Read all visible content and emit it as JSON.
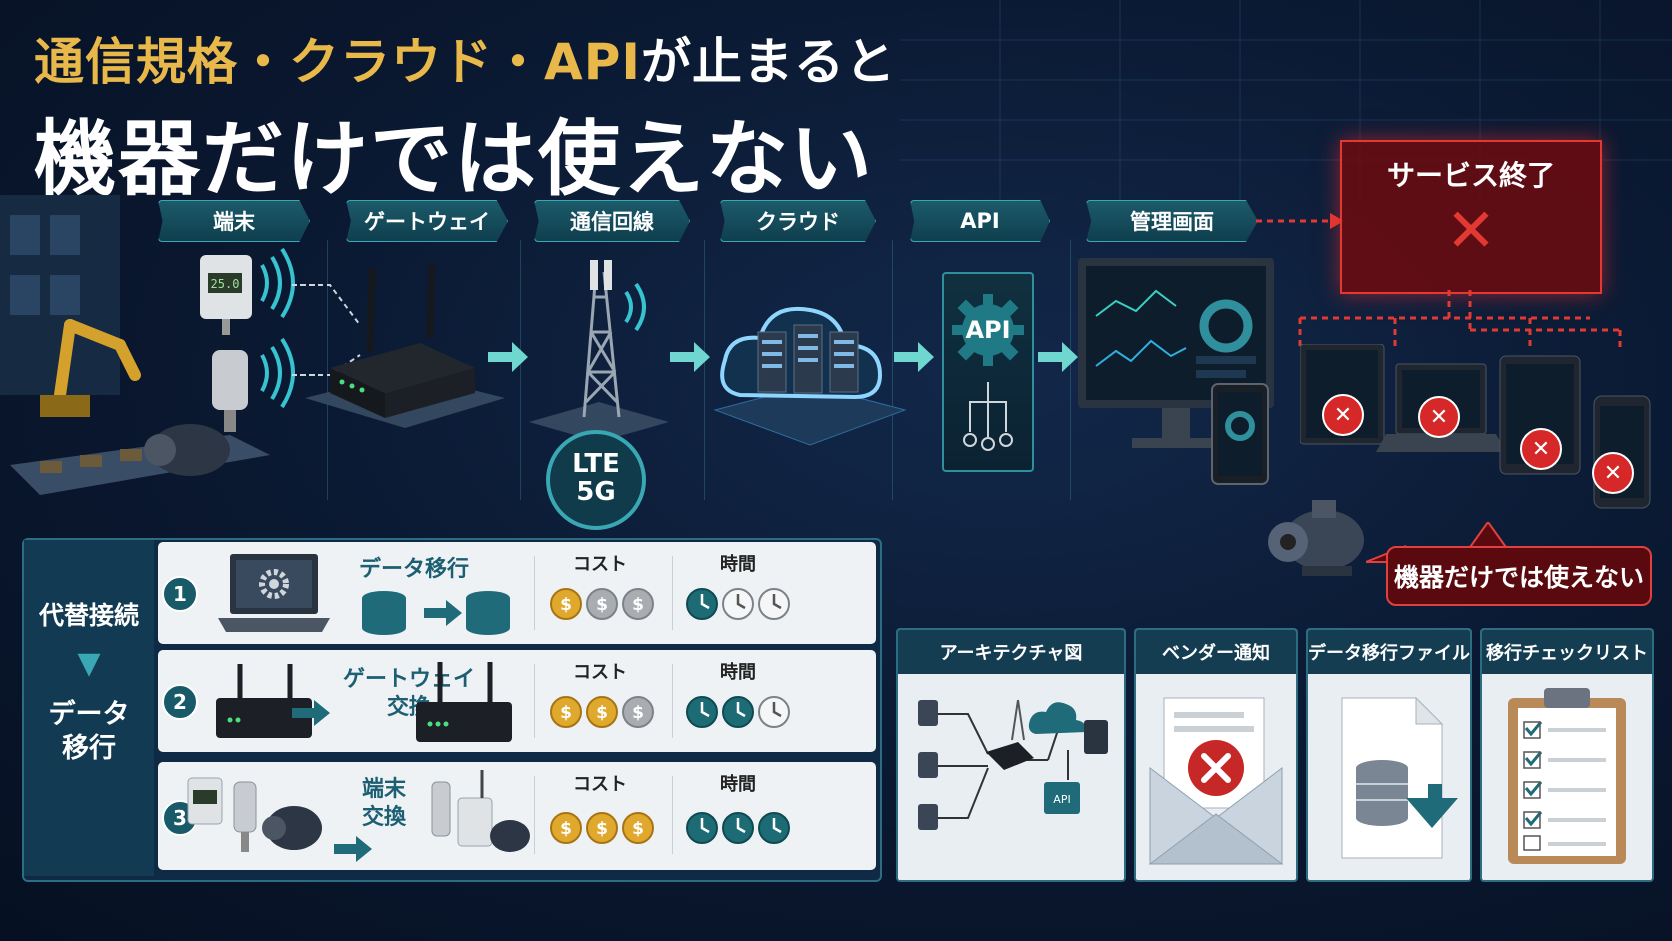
{
  "title": {
    "line1_highlight": "通信規格・クラウド・API",
    "line1_rest": "が止まると",
    "line2": "機器だけでは使えない"
  },
  "pipeline": {
    "steps": [
      "端末",
      "ゲートウェイ",
      "通信回線",
      "クラウド",
      "API",
      "管理画面"
    ],
    "network_badge_line1": "LTE",
    "network_badge_line2": "5G",
    "gateway_label": "API",
    "device_reading": "25.0"
  },
  "service_end": {
    "label": "サービス終了",
    "mark": "✕"
  },
  "device_callout": "機器だけでは使えない",
  "options": {
    "side_top": "代替接続",
    "side_arrow": "▼",
    "side_bottom_line1": "データ",
    "side_bottom_line2": "移行",
    "cost_header": "コスト",
    "time_header": "時間",
    "rows": [
      {
        "num": "1",
        "label_line1": "データ移行",
        "label_line2": "",
        "cost": 1,
        "time": 1
      },
      {
        "num": "2",
        "label_line1": "ゲートウェイ",
        "label_line2": "交換",
        "cost": 2,
        "time": 2
      },
      {
        "num": "3",
        "label_line1": "端末",
        "label_line2": "交換",
        "cost": 3,
        "time": 3
      }
    ]
  },
  "cards": [
    {
      "title": "アーキテクチャ図",
      "icon": "architecture-diagram-icon",
      "inner_label": "API"
    },
    {
      "title": "ベンダー通知",
      "icon": "envelope-x-icon"
    },
    {
      "title": "データ移行ファイル",
      "icon": "database-file-icon"
    },
    {
      "title": "移行チェックリスト",
      "icon": "clipboard-checklist-icon"
    }
  ],
  "colors": {
    "accent_teal": "#2f8f9c",
    "gold": "#e8b84a",
    "alert_red": "#e23a32",
    "coin_gold": "#e0a82c",
    "coin_gray": "#a9adb2"
  }
}
